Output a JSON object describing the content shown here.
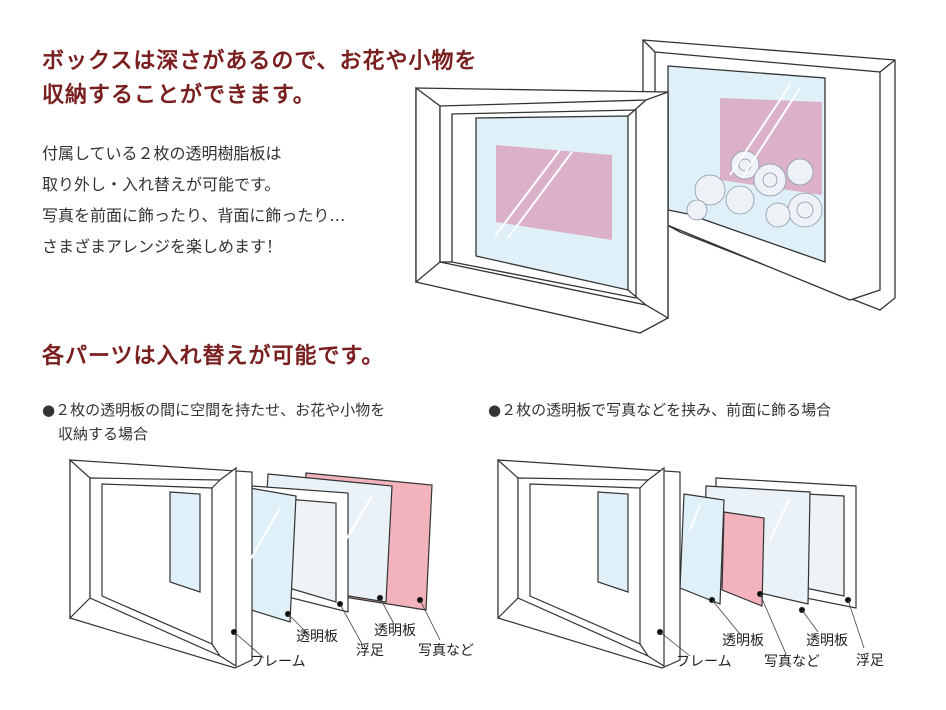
{
  "main_heading": {
    "line1": "ボックスは深さがあるので、お花や小物を",
    "line2": "収納することができます。"
  },
  "body_text": {
    "line1": "付属している２枚の透明樹脂板は",
    "line2": "取り外し・入れ替えが可能です。",
    "line3": "写真を前面に飾ったり、背面に飾ったり…",
    "line4": "さまざまアレンジを楽しめます！"
  },
  "sub_heading": "各パーツは入れ替えが可能です。",
  "left_diagram": {
    "caption_line1": "●２枚の透明板の間に空間を持たせ、お花や小物を",
    "caption_line2": "収納する場合",
    "labels": {
      "frame": "フレーム",
      "clear_plate": "透明板",
      "spacer": "浮足",
      "clear_plate_2": "透明板",
      "photo": "写真など"
    }
  },
  "right_diagram": {
    "caption_line1": "●２枚の透明板で写真などを挟み、前面に飾る場合",
    "labels": {
      "frame": "フレーム",
      "clear_plate": "透明板",
      "photo": "写真など",
      "clear_plate_2": "透明板",
      "spacer": "浮足"
    }
  },
  "colors": {
    "heading": "#7a1f1f",
    "glass": "#dff0f8",
    "photo_pink": "#dbb1c9",
    "photo_red": "#f2b3bd",
    "outline": "#333333"
  }
}
